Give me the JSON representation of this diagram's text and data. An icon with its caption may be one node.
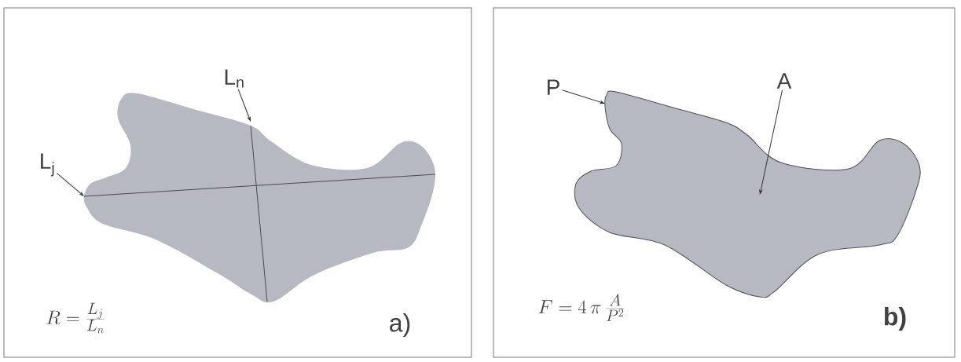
{
  "diagram": {
    "nodes": [
      {
        "text": [
          "a)"
        ]
      },
      {
        "text": [],
        "shape": "blob",
        "in": 0
      },
      {
        "text": [
          "L$_{j}$"
        ],
        "in": 0
      },
      {
        "text": [
          "L$_{n}$"
        ],
        "in": 0
      },
      {
        "text": [
          "b)"
        ]
      },
      {
        "text": [],
        "shape": "blob",
        "in": 4
      },
      {
        "text": [
          "P"
        ],
        "in": 4
      },
      {
        "text": [
          "A"
        ],
        "in": 4
      }
    ],
    "edges": [
      {
        "from": 2,
        "to": 1,
        "arrow": "to"
      },
      {
        "from": 3,
        "to": 1,
        "arrow": "to"
      },
      {
        "from": 6,
        "to": 5,
        "arrow": "to"
      },
      {
        "from": 7,
        "to": 5,
        "arrow": "to"
      }
    ],
    "labels": [
      "R = \\frac{L_j}{L_n}",
      "F = 4\\,\\pi\\,\\frac{A}{P^2}"
    ]
  }
}
